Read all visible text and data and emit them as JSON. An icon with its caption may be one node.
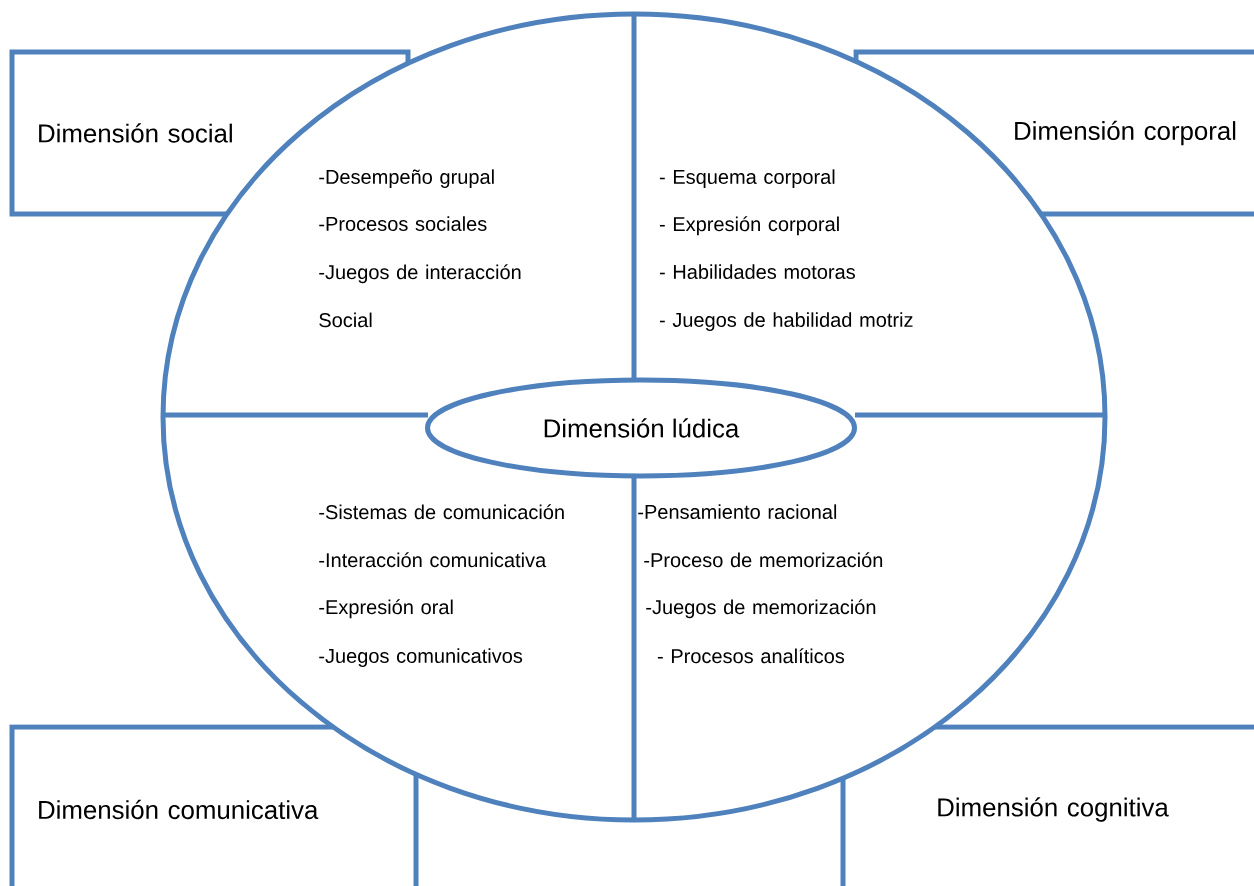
{
  "diagram": {
    "nodes": [
      {
        "text": [
          "Dimensión social"
        ]
      },
      {
        "text": [
          "Dimensión corporal"
        ]
      },
      {
        "text": [],
        "shape": "ellipse"
      },
      {
        "text": [
          "Dimensión lúdica"
        ],
        "in": 2
      },
      {
        "text": [
          "Dimensión comunicativa"
        ]
      },
      {
        "text": [
          "Dimensión cognitiva"
        ]
      }
    ],
    "labels": [
      "-Desempeño grupal",
      "-Procesos sociales",
      "-Juegos de interacción Social",
      " - Esquema corporal",
      " - Expresión corporal",
      " - Habilidades motoras",
      " - Juegos de habilidad motriz",
      "-Sistemas de comunicación",
      "-Interacción comunicativa",
      "-Expresión oral",
      "-Juegos comunicativos",
      "-Pensamiento racional",
      "-Proceso de memorización",
      "-Juegos de memorización",
      " - Procesos analíticos"
    ]
  }
}
